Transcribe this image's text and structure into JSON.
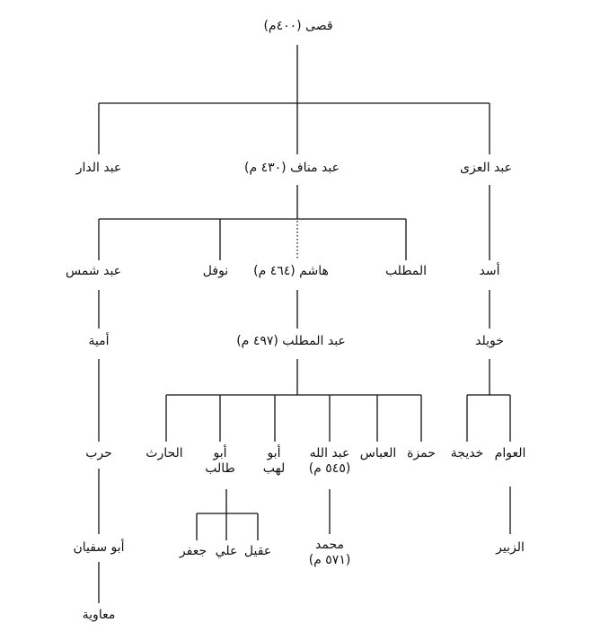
{
  "tree": {
    "qusay": "قصى (٤٠٠م)",
    "abd_al_dar": "عبد الدار",
    "abd_manaf": "عبد مناف (٤٣٠ م)",
    "abd_al_uzza": "عبد العزى",
    "abd_shams": "عبد شمس",
    "nawfal": "نوفل",
    "hashim": "هاشم (٤٦٤ م)",
    "al_muttalib": "المطلب",
    "asad": "أسد",
    "umayya": "أمية",
    "abd_al_muttalib": "عبد المطلب (٤٩٧ م)",
    "khuwaylid": "خويلد",
    "harb": "حرب",
    "al_harith": "الحارث",
    "abu_talib_1": "أبو",
    "abu_talib_2": "طالب",
    "abu_lahab_1": "أبو",
    "abu_lahab_2": "لهب",
    "abd_allah_1": "عبد الله",
    "abd_allah_2": "(٥٤٥ م)",
    "al_abbas": "العباس",
    "hamza": "حمزة",
    "khadija": "خديجة",
    "al_awwam": "العوام",
    "abu_sufyan": "أبو سفيان",
    "aqil": "عقيل",
    "ali": "علي",
    "jafar": "جعفر",
    "muhammad_1": "محمد",
    "muhammad_2": "(٥٧١ م)",
    "al_zubayr": "الزبير",
    "muawiya": "معاوية"
  }
}
